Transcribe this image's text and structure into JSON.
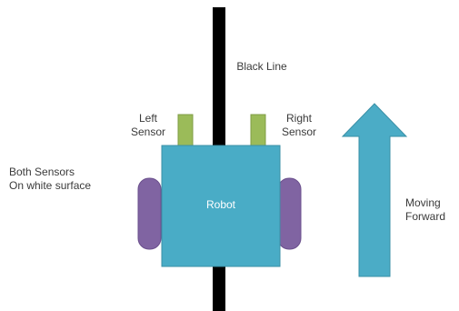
{
  "labels": {
    "black_line": "Black Line",
    "left_sensor": [
      "Left",
      "Sensor"
    ],
    "right_sensor": [
      "Right",
      "Sensor"
    ],
    "both_sensors": [
      "Both Sensors",
      "On white surface"
    ],
    "robot": "Robot",
    "moving_forward": [
      "Moving",
      "Forward"
    ]
  },
  "colors": {
    "line": "#000000",
    "robot_body": "#49ACC6",
    "sensor": "#9BBB59",
    "wheel": "#8064A2",
    "arrow": "#4BACC6"
  }
}
